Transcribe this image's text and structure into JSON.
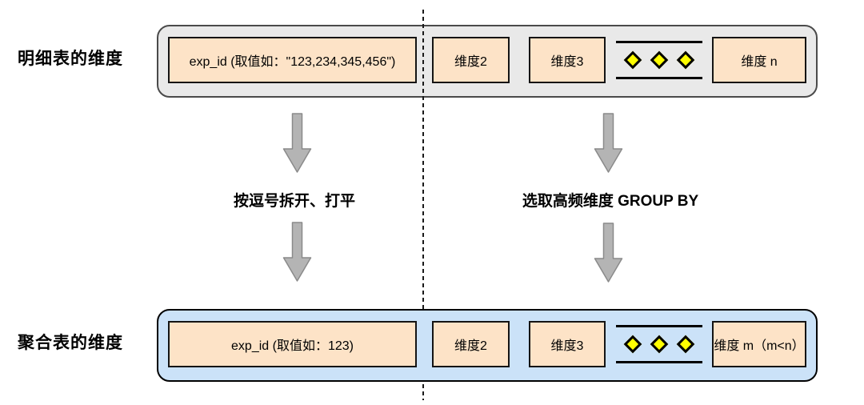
{
  "detail_row": {
    "label": "明细表的维度",
    "exp_box": "exp_id (取值如：\"123,234,345,456\")",
    "dim2": "维度2",
    "dim3": "维度3",
    "last_dim": "维度 n"
  },
  "agg_row": {
    "label": "聚合表的维度",
    "exp_box": "exp_id (取值如：123)",
    "dim2": "维度2",
    "dim3": "维度3",
    "last_dim": "维度 m（m<n）"
  },
  "transforms": {
    "left_label": "按逗号拆开、打平",
    "right_label": "选取高频维度 GROUP BY"
  },
  "colors": {
    "container_gray": "#e9e9e9",
    "container_blue": "#cbe2f8",
    "box_fill": "#fde3c7",
    "arrow_fill": "#b4b4b4",
    "arrow_stroke": "#8a8a8a",
    "diamond_yellow": "#ffff00"
  }
}
